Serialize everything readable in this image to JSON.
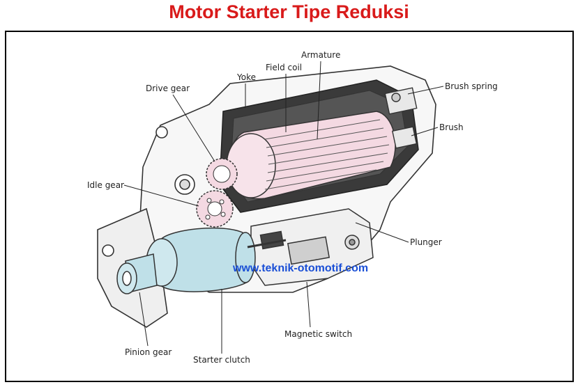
{
  "title": "Motor Starter Tipe Reduksi",
  "watermark": "www.teknik-otomotif.com",
  "labels": {
    "armature": "Armature",
    "field_coil": "Field coil",
    "yoke": "Yoke",
    "drive_gear": "Drive gear",
    "brush_spring": "Brush spring",
    "brush": "Brush",
    "idle_gear": "Idle gear",
    "plunger": "Plunger",
    "magnetic_switch": "Magnetic switch",
    "pinion_gear": "Pinion gear",
    "starter_clutch": "Starter clutch"
  },
  "colors": {
    "title": "#d91a1a",
    "watermark": "#1a4fd6",
    "armature_fill": "#f4d9e2",
    "clutch_fill": "#bfe0e8",
    "field_coil_fill": "#2b2b2b"
  }
}
